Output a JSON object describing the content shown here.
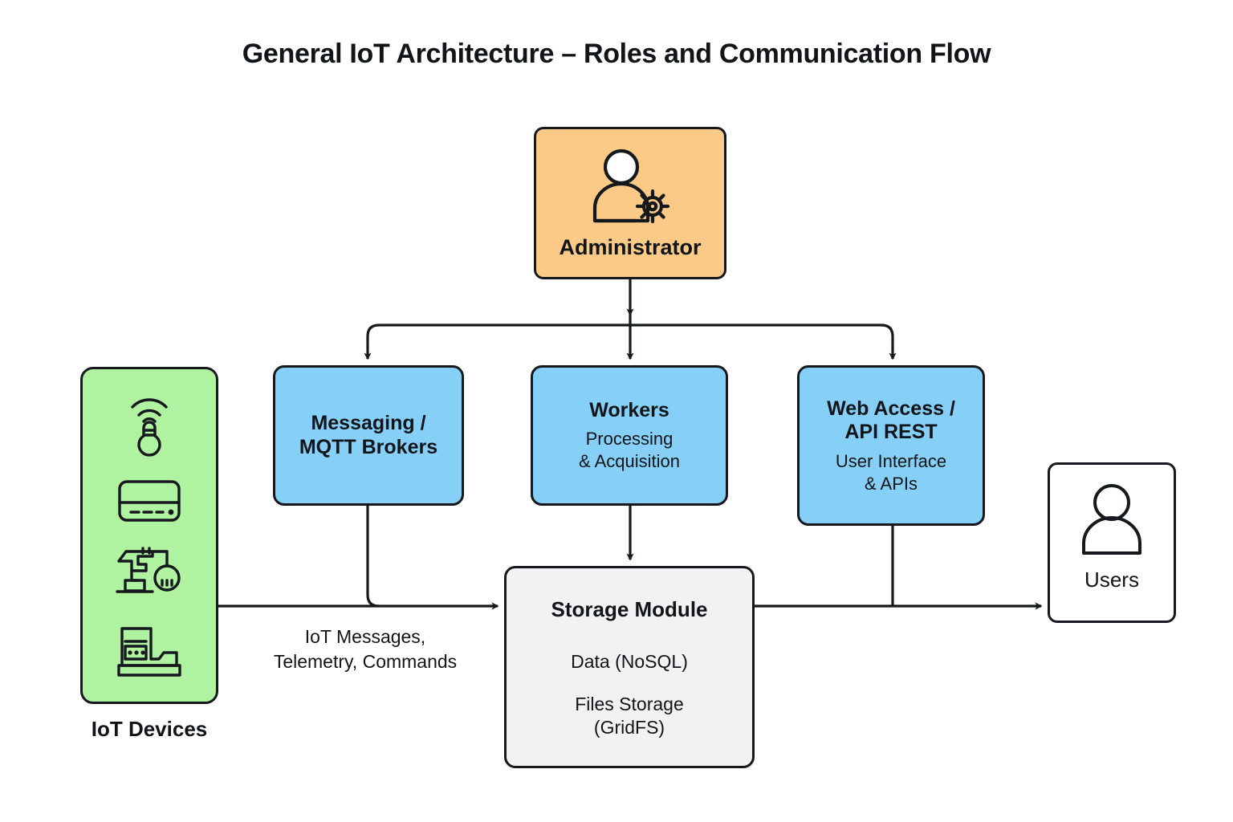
{
  "page": {
    "title": "General IoT Architecture – Roles and Communication Flow",
    "background": "#FFFFFF"
  },
  "colors": {
    "admin_fill": "#FBCA86",
    "devices_fill": "#AFF2A0",
    "service_fill": "#86CFF7",
    "storage_fill": "#F2F2F2",
    "users_fill": "#FFFFFF",
    "stroke": "#15181C",
    "text": "#111418"
  },
  "nodes": {
    "administrator": {
      "label": "Administrator",
      "icon": "user-gear-icon",
      "fill": "#FBCA86"
    },
    "iot_devices": {
      "caption": "IoT Devices",
      "fill": "#AFF2A0",
      "icons": [
        "wireless-sensor-bulb-icon",
        "gateway-router-icon",
        "robotic-arm-icon",
        "industrial-machine-icon"
      ]
    },
    "messaging": {
      "line1": "Messaging /",
      "line2": "MQTT Brokers",
      "fill": "#86CFF7"
    },
    "workers": {
      "heading": "Workers",
      "sub_line1": "Processing",
      "sub_line2": "& Acquisition",
      "fill": "#86CFF7"
    },
    "web_access": {
      "line1": "Web Access /",
      "line2": "API REST",
      "sub_line1": "User Interface",
      "sub_line2": "& APIs",
      "fill": "#86CFF7"
    },
    "storage": {
      "heading": "Storage Module",
      "line1": "Data (NoSQL)",
      "line2": "Files Storage",
      "line3": "(GridFS)",
      "fill": "#F2F2F2"
    },
    "users": {
      "label": "Users",
      "icon": "user-icon",
      "fill": "#FFFFFF"
    }
  },
  "edges": {
    "devices_to_storage_label_line1": "IoT Messages,",
    "devices_to_storage_label_line2": "Telemetry, Commands",
    "connections": [
      {
        "from": "administrator",
        "to": "messaging",
        "arrow": true
      },
      {
        "from": "administrator",
        "to": "workers",
        "arrow": true
      },
      {
        "from": "administrator",
        "to": "web_access",
        "arrow": true
      },
      {
        "from": "iot_devices",
        "to": "storage",
        "arrow": true
      },
      {
        "from": "messaging",
        "to": "storage",
        "arrow": false
      },
      {
        "from": "workers",
        "to": "storage",
        "arrow": true
      },
      {
        "from": "storage",
        "to": "users",
        "arrow": true
      },
      {
        "from": "web_access",
        "to": "users",
        "arrow": false
      }
    ]
  }
}
